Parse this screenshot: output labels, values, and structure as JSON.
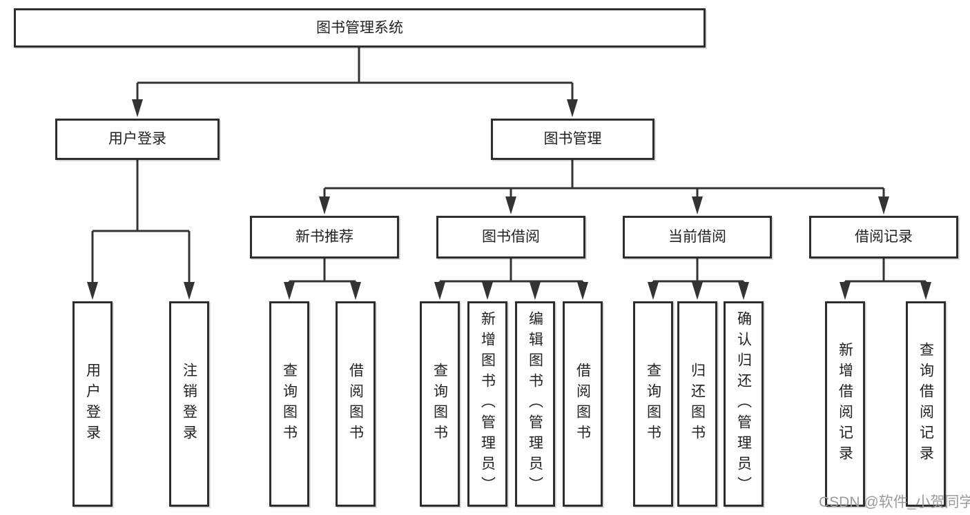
{
  "diagram": {
    "root": {
      "label": "图书管理系统"
    },
    "branches": [
      {
        "label": "用户登录",
        "children": [
          {
            "label": "用户登录"
          },
          {
            "label": "注销登录"
          }
        ]
      },
      {
        "label": "图书管理",
        "children": [
          {
            "label": "新书推荐",
            "children": [
              {
                "label": "查询图书"
              },
              {
                "label": "借阅图书"
              }
            ]
          },
          {
            "label": "图书借阅",
            "children": [
              {
                "label": "查询图书"
              },
              {
                "label": "新增图书（管理员）"
              },
              {
                "label": "编辑图书（管理员）"
              },
              {
                "label": "借阅图书"
              }
            ]
          },
          {
            "label": "当前借阅",
            "children": [
              {
                "label": "查询图书"
              },
              {
                "label": "归还图书"
              },
              {
                "label": "确认归还（管理员）"
              }
            ]
          },
          {
            "label": "借阅记录",
            "children": [
              {
                "label": "新增借阅记录"
              },
              {
                "label": "查询借阅记录"
              }
            ]
          }
        ]
      }
    ]
  },
  "colors": {
    "line": "#333333",
    "box_border": "#2d2d2d",
    "text": "#222222",
    "watermark": "#9b9b9b",
    "background": "#ffffff"
  },
  "watermark": {
    "text": "CSDN @软件_小贺同学"
  }
}
